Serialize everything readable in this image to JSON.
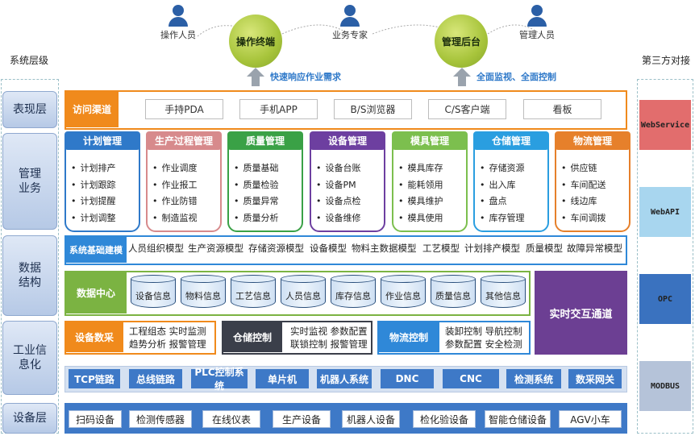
{
  "header": {
    "left_title": "系统层级",
    "right_title": "第三方对接"
  },
  "top": {
    "persons": [
      "操作人员",
      "业务专家",
      "管理人员"
    ],
    "terminals": [
      "操作终端",
      "管理后台"
    ],
    "notes": [
      "快速响应作业需求",
      "全面监视、全面控制"
    ]
  },
  "layers": [
    "表现层",
    "管理\n业务",
    "数据\n结构",
    "工业信\n息化",
    "设备层"
  ],
  "presentation": {
    "tag": "访问渠道",
    "channels": [
      "手持PDA",
      "手机APP",
      "B/S浏览器",
      "C/S客户端",
      "看板"
    ]
  },
  "modules": [
    {
      "title": "计划管理",
      "items": [
        "计划排产",
        "计划跟踪",
        "计划提醒",
        "计划调整"
      ],
      "color": "#2f79c9"
    },
    {
      "title": "生产过程管理",
      "items": [
        "作业调度",
        "作业报工",
        "作业防错",
        "制造监视"
      ],
      "color": "#d78a8c"
    },
    {
      "title": "质量管理",
      "items": [
        "质量基础",
        "质量检验",
        "质量异常",
        "质量分析"
      ],
      "color": "#3aa146"
    },
    {
      "title": "设备管理",
      "items": [
        "设备台账",
        "设备PM",
        "设备点检",
        "设备维修"
      ],
      "color": "#6d3fa0"
    },
    {
      "title": "模具管理",
      "items": [
        "模具库存",
        "能耗领用",
        "模具维护",
        "模具使用"
      ],
      "color": "#7cbf4e"
    },
    {
      "title": "仓储管理",
      "items": [
        "存储资源",
        "出入库",
        "盘点",
        "库存管理"
      ],
      "color": "#2a9ee0"
    },
    {
      "title": "物流管理",
      "items": [
        "供应链",
        "车间配送",
        "线边库",
        "车间调拨"
      ],
      "color": "#e6802b"
    }
  ],
  "data_structure": {
    "tag": "系统基础建模",
    "items": [
      "人员组织模型",
      "生产资源模型",
      "存储资源模型",
      "设备模型",
      "物料主数据模型",
      "工艺模型",
      "计划排产模型",
      "质量模型",
      "故障异常模型"
    ]
  },
  "data_center": {
    "tag": "数据中心",
    "items": [
      "设备信息",
      "物料信息",
      "工艺信息",
      "人员信息",
      "库存信息",
      "作业信息",
      "质量信息",
      "其他信息"
    ],
    "realtime": "实时交互通道"
  },
  "acquisition": [
    {
      "tag": "设备数采",
      "lines": [
        "工程组态  实时监测",
        "趋势分析  报警管理"
      ]
    },
    {
      "tag": "仓储控制",
      "lines": [
        "实时监视  参数配置",
        "联锁控制  报警管理"
      ]
    },
    {
      "tag": "物流控制",
      "lines": [
        "装卸控制  导航控制",
        "参数配置  安全检测"
      ]
    }
  ],
  "bus": [
    "TCP链路",
    "总线链路",
    "PLC控制系统",
    "单片机",
    "机器人系统",
    "DNC",
    "CNC",
    "检测系统",
    "数采网关"
  ],
  "devices": [
    "扫码设备",
    "检测传感器",
    "在线仪表",
    "生产设备",
    "机器人设备",
    "检化验设备",
    "智能仓储设备",
    "AGV小车"
  ],
  "third_party": [
    {
      "label": "WebService",
      "color": "#e26d6d"
    },
    {
      "label": "WebAPI",
      "color": "#a8d6ef"
    },
    {
      "label": "OPC",
      "color": "#3a72bf"
    },
    {
      "label": "MODBUS",
      "color": "#b5c3d9"
    }
  ]
}
